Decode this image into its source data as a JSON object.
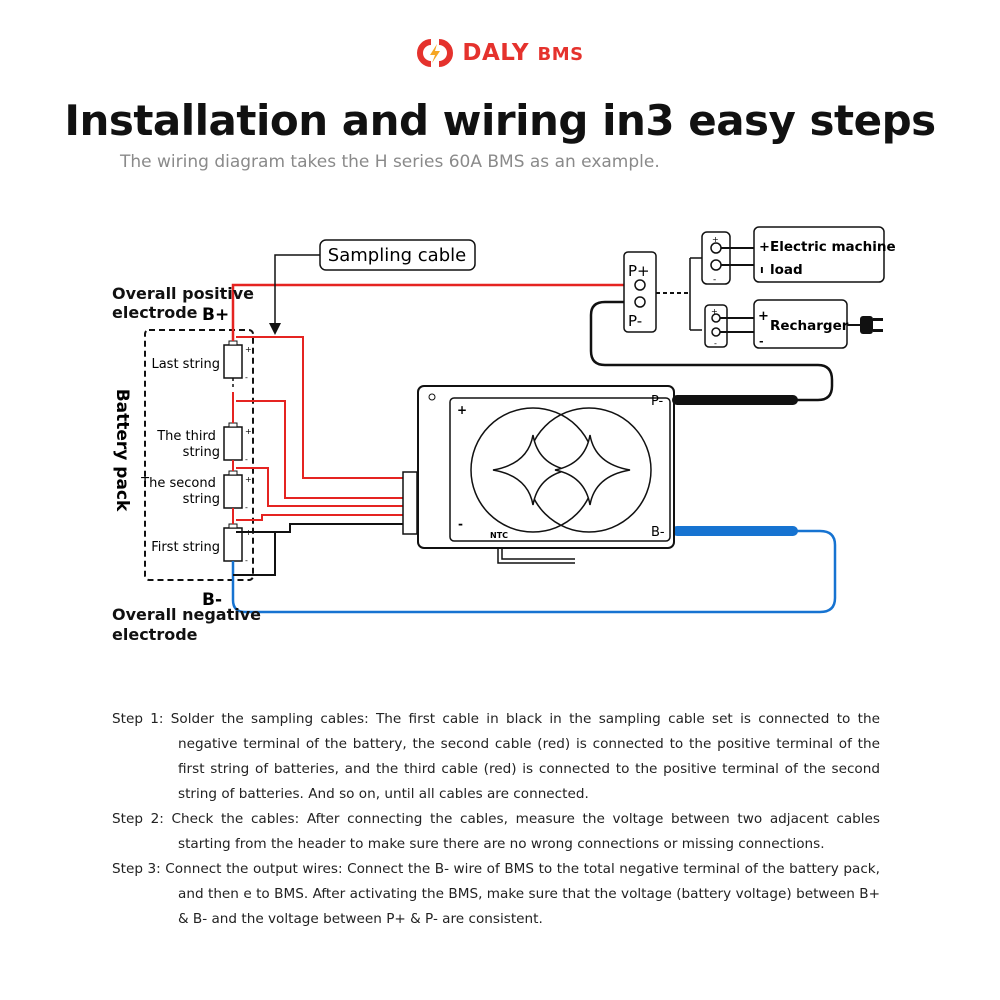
{
  "brand": {
    "name": "DALY",
    "suffix": "BMS",
    "color": "#e5322d"
  },
  "title": "Installation and wiring in3 easy steps",
  "subtitle": "The wiring diagram takes the H series 60A BMS as an example.",
  "diagram": {
    "sampling_cable": "Sampling cable",
    "overall_positive": [
      "Overall positive",
      "electrode"
    ],
    "b_plus": "B+",
    "b_minus": "B-",
    "overall_negative": [
      "Overall negative",
      "electrode"
    ],
    "battery_pack": "Battery pack",
    "strings": {
      "last": "Last string",
      "third": [
        "The third",
        "string"
      ],
      "second": [
        "The second",
        "string"
      ],
      "first": "First string"
    },
    "bms": {
      "p_minus": "P-",
      "b_minus": "B-",
      "plus": "+",
      "minus": "-",
      "ntc": "NTC"
    },
    "connector": {
      "p_plus": "P+",
      "p_minus": "P-"
    },
    "electric_machine": [
      "Electric machine",
      "load"
    ],
    "recharger": "Recharger",
    "colors": {
      "positive": "#e52421",
      "negative": "#1673d1",
      "wire": "#111111"
    }
  },
  "steps": [
    "Step 1: Solder the sampling cables: The first cable in black in the sampling cable set is connected to the negative terminal of the battery, the second cable (red) is connected to the positive terminal of the first string of batteries, and the third cable (red) is connected to the positive terminal of the second string of batteries. And so on, until all cables are connected.",
    "Step 2: Check the cables: After connecting the cables, measure the voltage between two adjacent cables starting from the header to make sure there are no wrong connections or missing connections.",
    "Step 3: Connect the output wires: Connect the B- wire of BMS to the total negative terminal of the battery pack, and then  e to BMS. After activating the BMS, make sure that the voltage (battery voltage) between B+ & B- and the voltage between P+ & P- are consistent."
  ]
}
